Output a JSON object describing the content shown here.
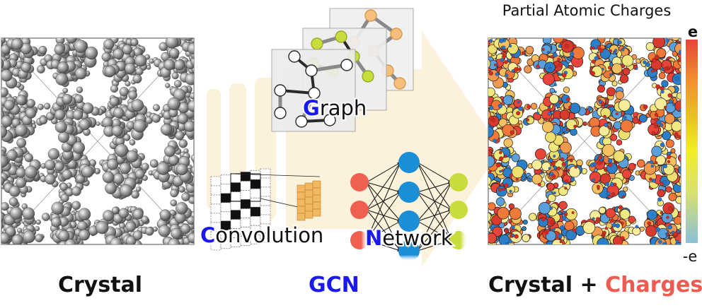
{
  "colorbar": {
    "title": "Partial Atomic Charges",
    "top_label": "e",
    "bottom_label": "-e",
    "stops": [
      "#e8443a",
      "#f09030",
      "#e8c820",
      "#f2ee28",
      "#d8e070",
      "#8ac0d8"
    ]
  },
  "gcn": {
    "graph": {
      "accent": "G",
      "rest": "raph"
    },
    "convolution": {
      "accent": "C",
      "rest": "onvolution"
    },
    "network": {
      "accent": "N",
      "rest": "etwork"
    }
  },
  "captions": {
    "crystal": "Crystal",
    "gcn": "GCN",
    "right_prefix": "Crystal + ",
    "right_charges": "Charges"
  },
  "colors": {
    "accent_blue": "#1a1aee",
    "charges_red": "#f05a50",
    "atom_grey": "#8c8c8c",
    "node_red": "#f06050",
    "node_blue": "#1a8fd8",
    "node_yellow": "#c8dc3c",
    "node_orange": "#f7bf7c",
    "arrow_bg": "#fcf1da"
  }
}
